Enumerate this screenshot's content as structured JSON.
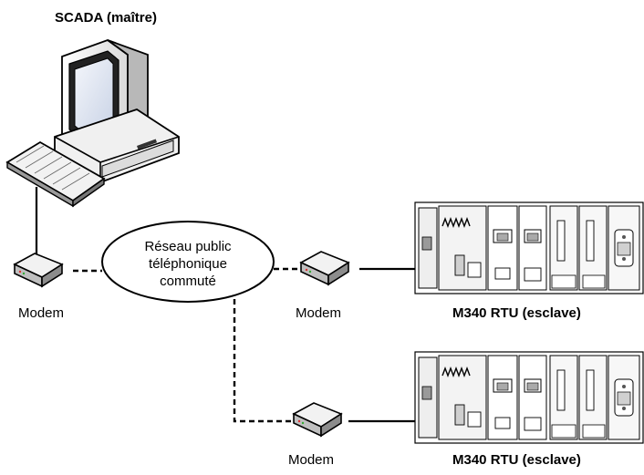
{
  "diagram": {
    "master_label": "SCADA (maître)",
    "network_label": [
      "Réseau public",
      "téléphonique",
      "commuté"
    ],
    "modems": [
      {
        "label": "Modem"
      },
      {
        "label": "Modem"
      },
      {
        "label": "Modem"
      }
    ],
    "rtus": [
      {
        "label": "M340 RTU (esclave)"
      },
      {
        "label": "M340 RTU (esclave)"
      }
    ],
    "icons": [
      "computer-icon",
      "keyboard-icon",
      "modem-icon",
      "plc-rack-icon",
      "cloud-network-icon"
    ]
  }
}
